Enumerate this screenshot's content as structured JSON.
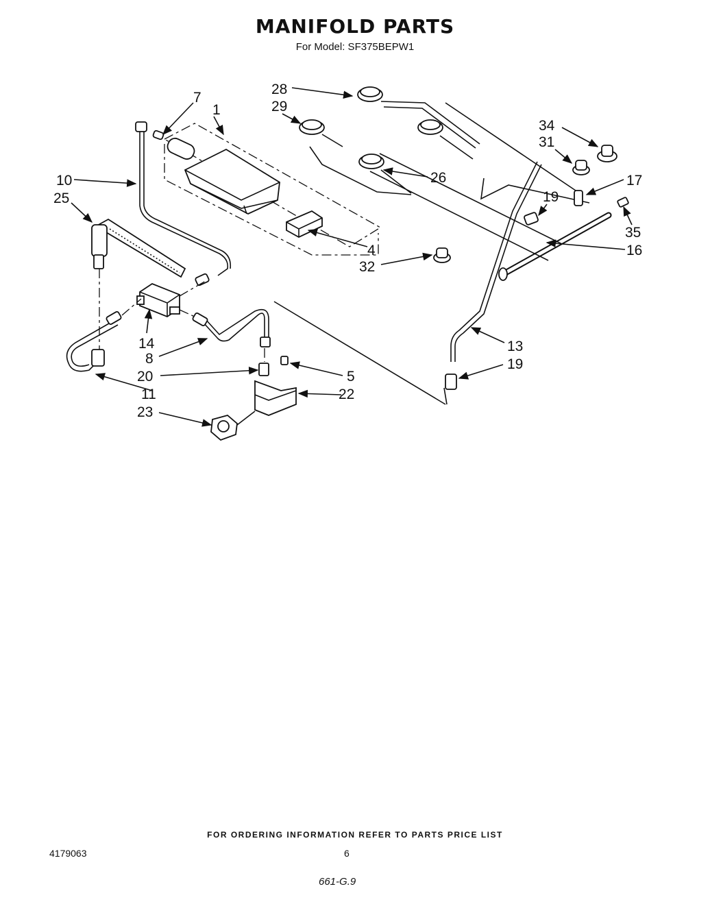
{
  "header": {
    "title": "MANIFOLD PARTS",
    "subtitle": "For Model: SF375BEPW1"
  },
  "callouts": [
    "7",
    "1",
    "28",
    "29",
    "34",
    "31",
    "17",
    "10",
    "25",
    "26",
    "19",
    "35",
    "16",
    "4",
    "32",
    "14",
    "8",
    "13",
    "19",
    "20",
    "5",
    "22",
    "11",
    "23"
  ],
  "footer": {
    "ordering_note": "FOR ORDERING INFORMATION REFER TO PARTS PRICE LIST",
    "document_number": "4179063",
    "page_number": "6",
    "handwritten_code": "661-G.9"
  }
}
